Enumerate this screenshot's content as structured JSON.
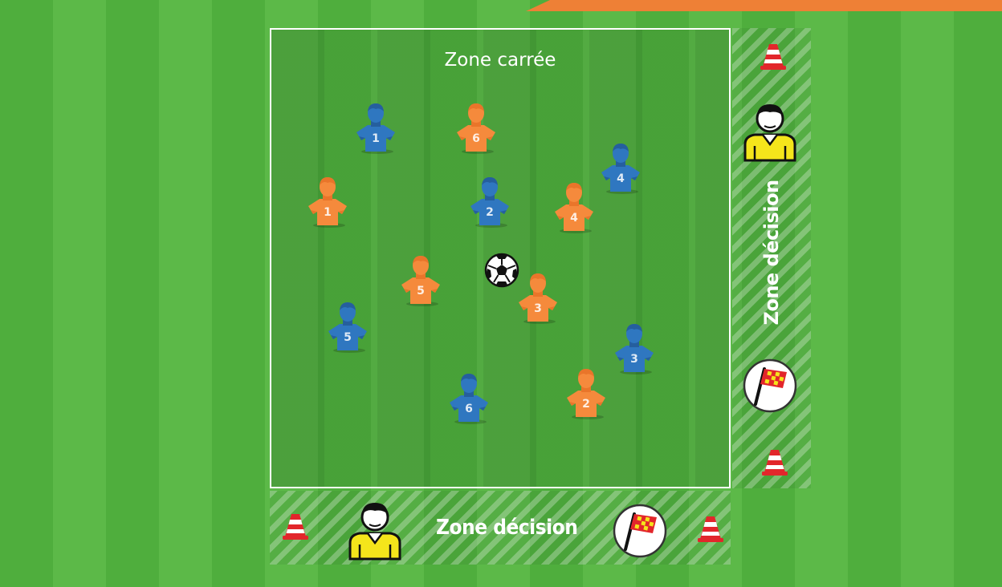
{
  "colors": {
    "orange_team": "#f58a3c",
    "orange_team_dark": "#e9752a",
    "blue_team": "#2f77c0",
    "blue_team_dark": "#255f9e",
    "referee_shirt": "#f5e51b",
    "cone_red": "#e2262b",
    "accent_banner": "#ee8036"
  },
  "labels": {
    "square_zone": "Zone carrée",
    "decision_zone_bottom": "Zone décision",
    "decision_zone_right": "Zone décision"
  },
  "players": {
    "blue": [
      {
        "number": "1"
      },
      {
        "number": "2"
      },
      {
        "number": "3"
      },
      {
        "number": "4"
      },
      {
        "number": "5"
      },
      {
        "number": "6"
      }
    ],
    "orange": [
      {
        "number": "1"
      },
      {
        "number": "2"
      },
      {
        "number": "3"
      },
      {
        "number": "4"
      },
      {
        "number": "5"
      },
      {
        "number": "6"
      }
    ]
  },
  "icons": [
    "soccer-ball-icon",
    "referee-icon",
    "linesman-flag-icon",
    "cone-icon"
  ]
}
